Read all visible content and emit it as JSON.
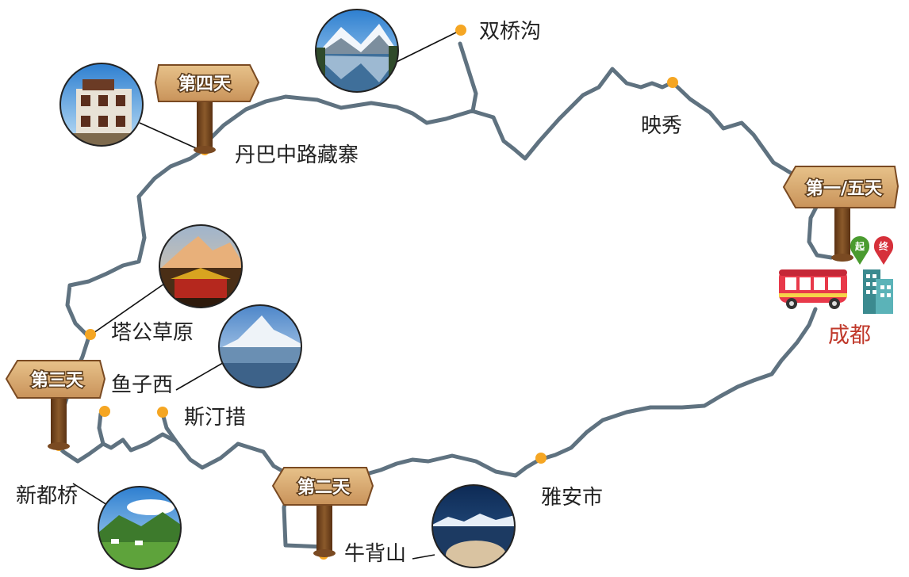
{
  "day_signs": {
    "day1_5": "第一/五天",
    "day2": "第二天",
    "day3": "第三天",
    "day4": "第四天"
  },
  "places": {
    "shuangqiaogou": "双桥沟",
    "yingxiu": "映秀",
    "danba": "丹巴中路藏寨",
    "tagong": "塔公草原",
    "yuzixi": "鱼子西",
    "sitingcuo": "斯汀措",
    "xinduqiao": "新都桥",
    "niubeishan": "牛背山",
    "yaan": "雅安市"
  },
  "start_city": "成都",
  "pins": {
    "start": "起",
    "end": "终"
  },
  "colors": {
    "route": "#5f7280",
    "stop_dot": "#f5a623",
    "wood": "#d9ac6e",
    "post": "#7a4a22",
    "city_text": "#c0392b"
  }
}
